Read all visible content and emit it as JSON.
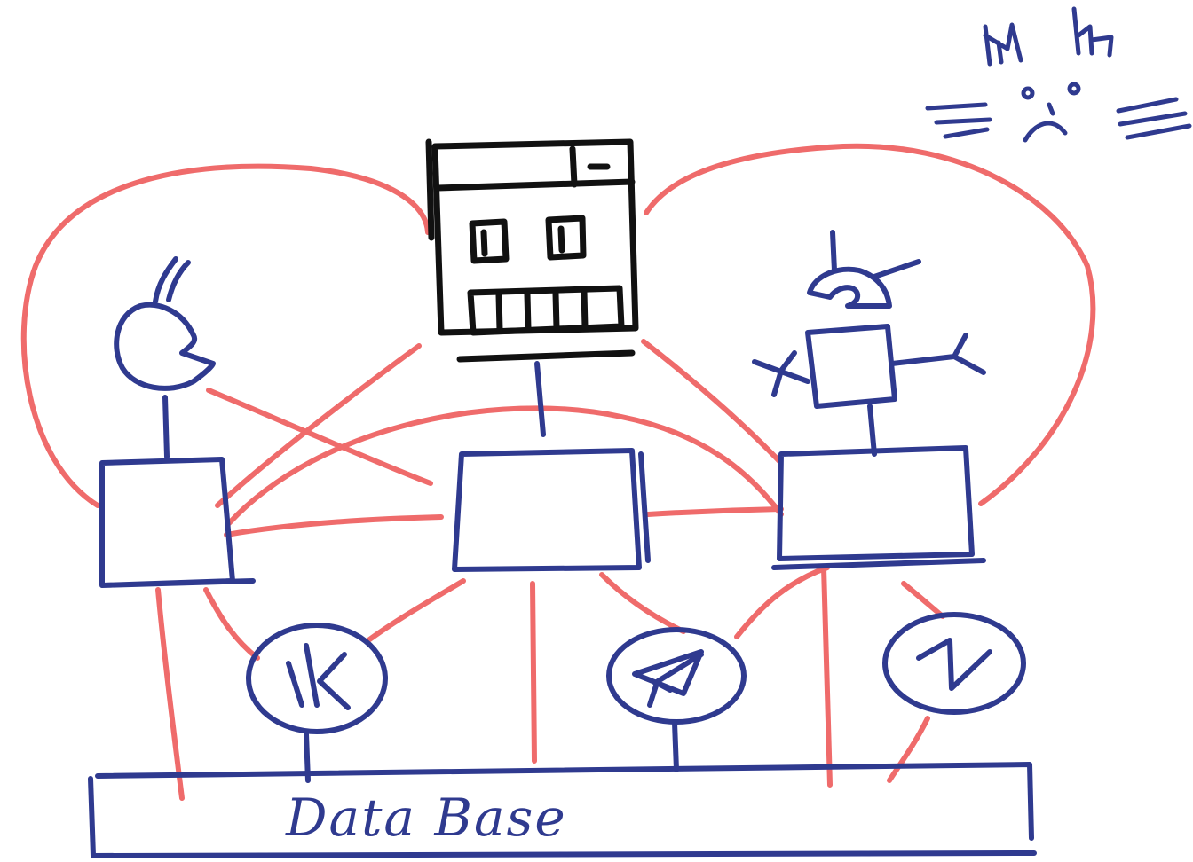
{
  "colors": {
    "blue_ink": "#2f3a8f",
    "red_ink": "#ef6b6b",
    "black_ink": "#111111",
    "background": "#ffffff"
  },
  "database": {
    "label": "Data Base"
  },
  "services": [
    {
      "id": "vk",
      "icon": "vk-logo-icon",
      "glyph": "K"
    },
    {
      "id": "telegram",
      "icon": "telegram-plane-icon"
    },
    {
      "id": "n-service",
      "icon": "n-logo-icon",
      "glyph": "N"
    }
  ],
  "actors": [
    {
      "id": "pacman",
      "icon": "pacman-icon"
    },
    {
      "id": "robot-window",
      "icon": "robot-face-icon"
    },
    {
      "id": "android",
      "icon": "android-robot-icon"
    }
  ],
  "angry_cat": {
    "icon": "angry-cat-face-icon"
  }
}
